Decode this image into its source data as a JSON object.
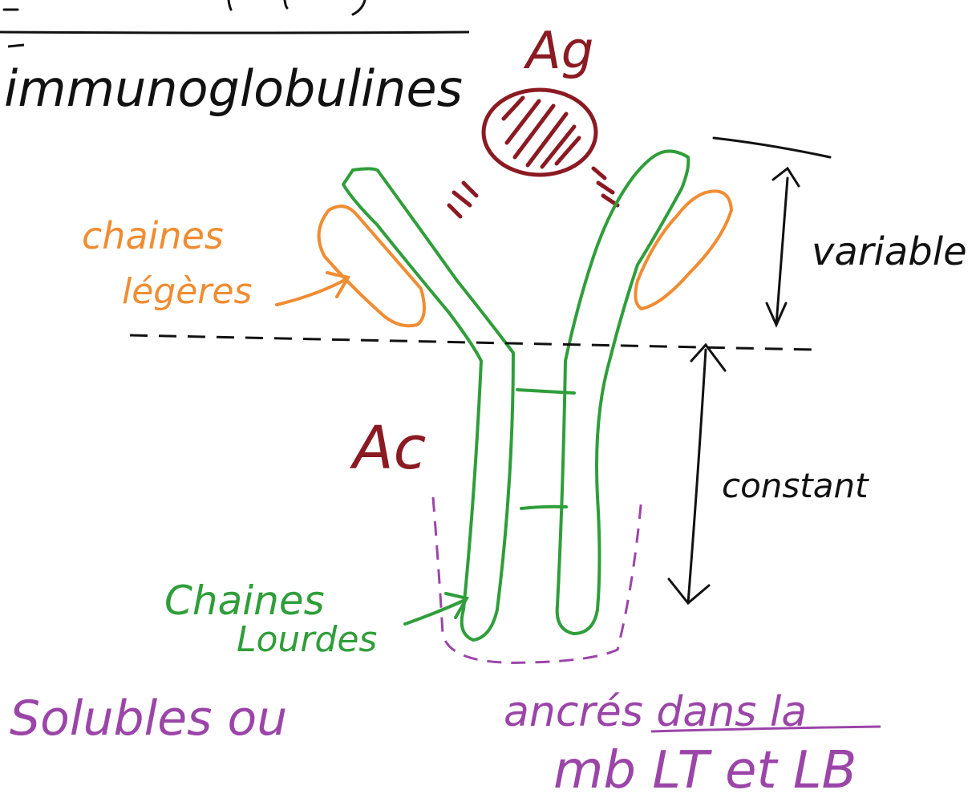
{
  "title": "immunoglobulines",
  "colors": {
    "ink": "#111111",
    "antigen": "#8b1a22",
    "heavy_chain": "#2f9e3a",
    "light_chain": "#f08c32",
    "note": "#9b45a8"
  },
  "labels": {
    "antigen": "Ag",
    "antibody": "Ac",
    "light_chains": [
      "chaines",
      "légères"
    ],
    "heavy_chains": [
      "Chaines",
      "Lourdes"
    ],
    "variable": "variable",
    "constant": "constant"
  },
  "footnote": {
    "left": "Solubles ou",
    "right_line1": "ancrés dans la",
    "right_line2": "mb LT et LB"
  }
}
